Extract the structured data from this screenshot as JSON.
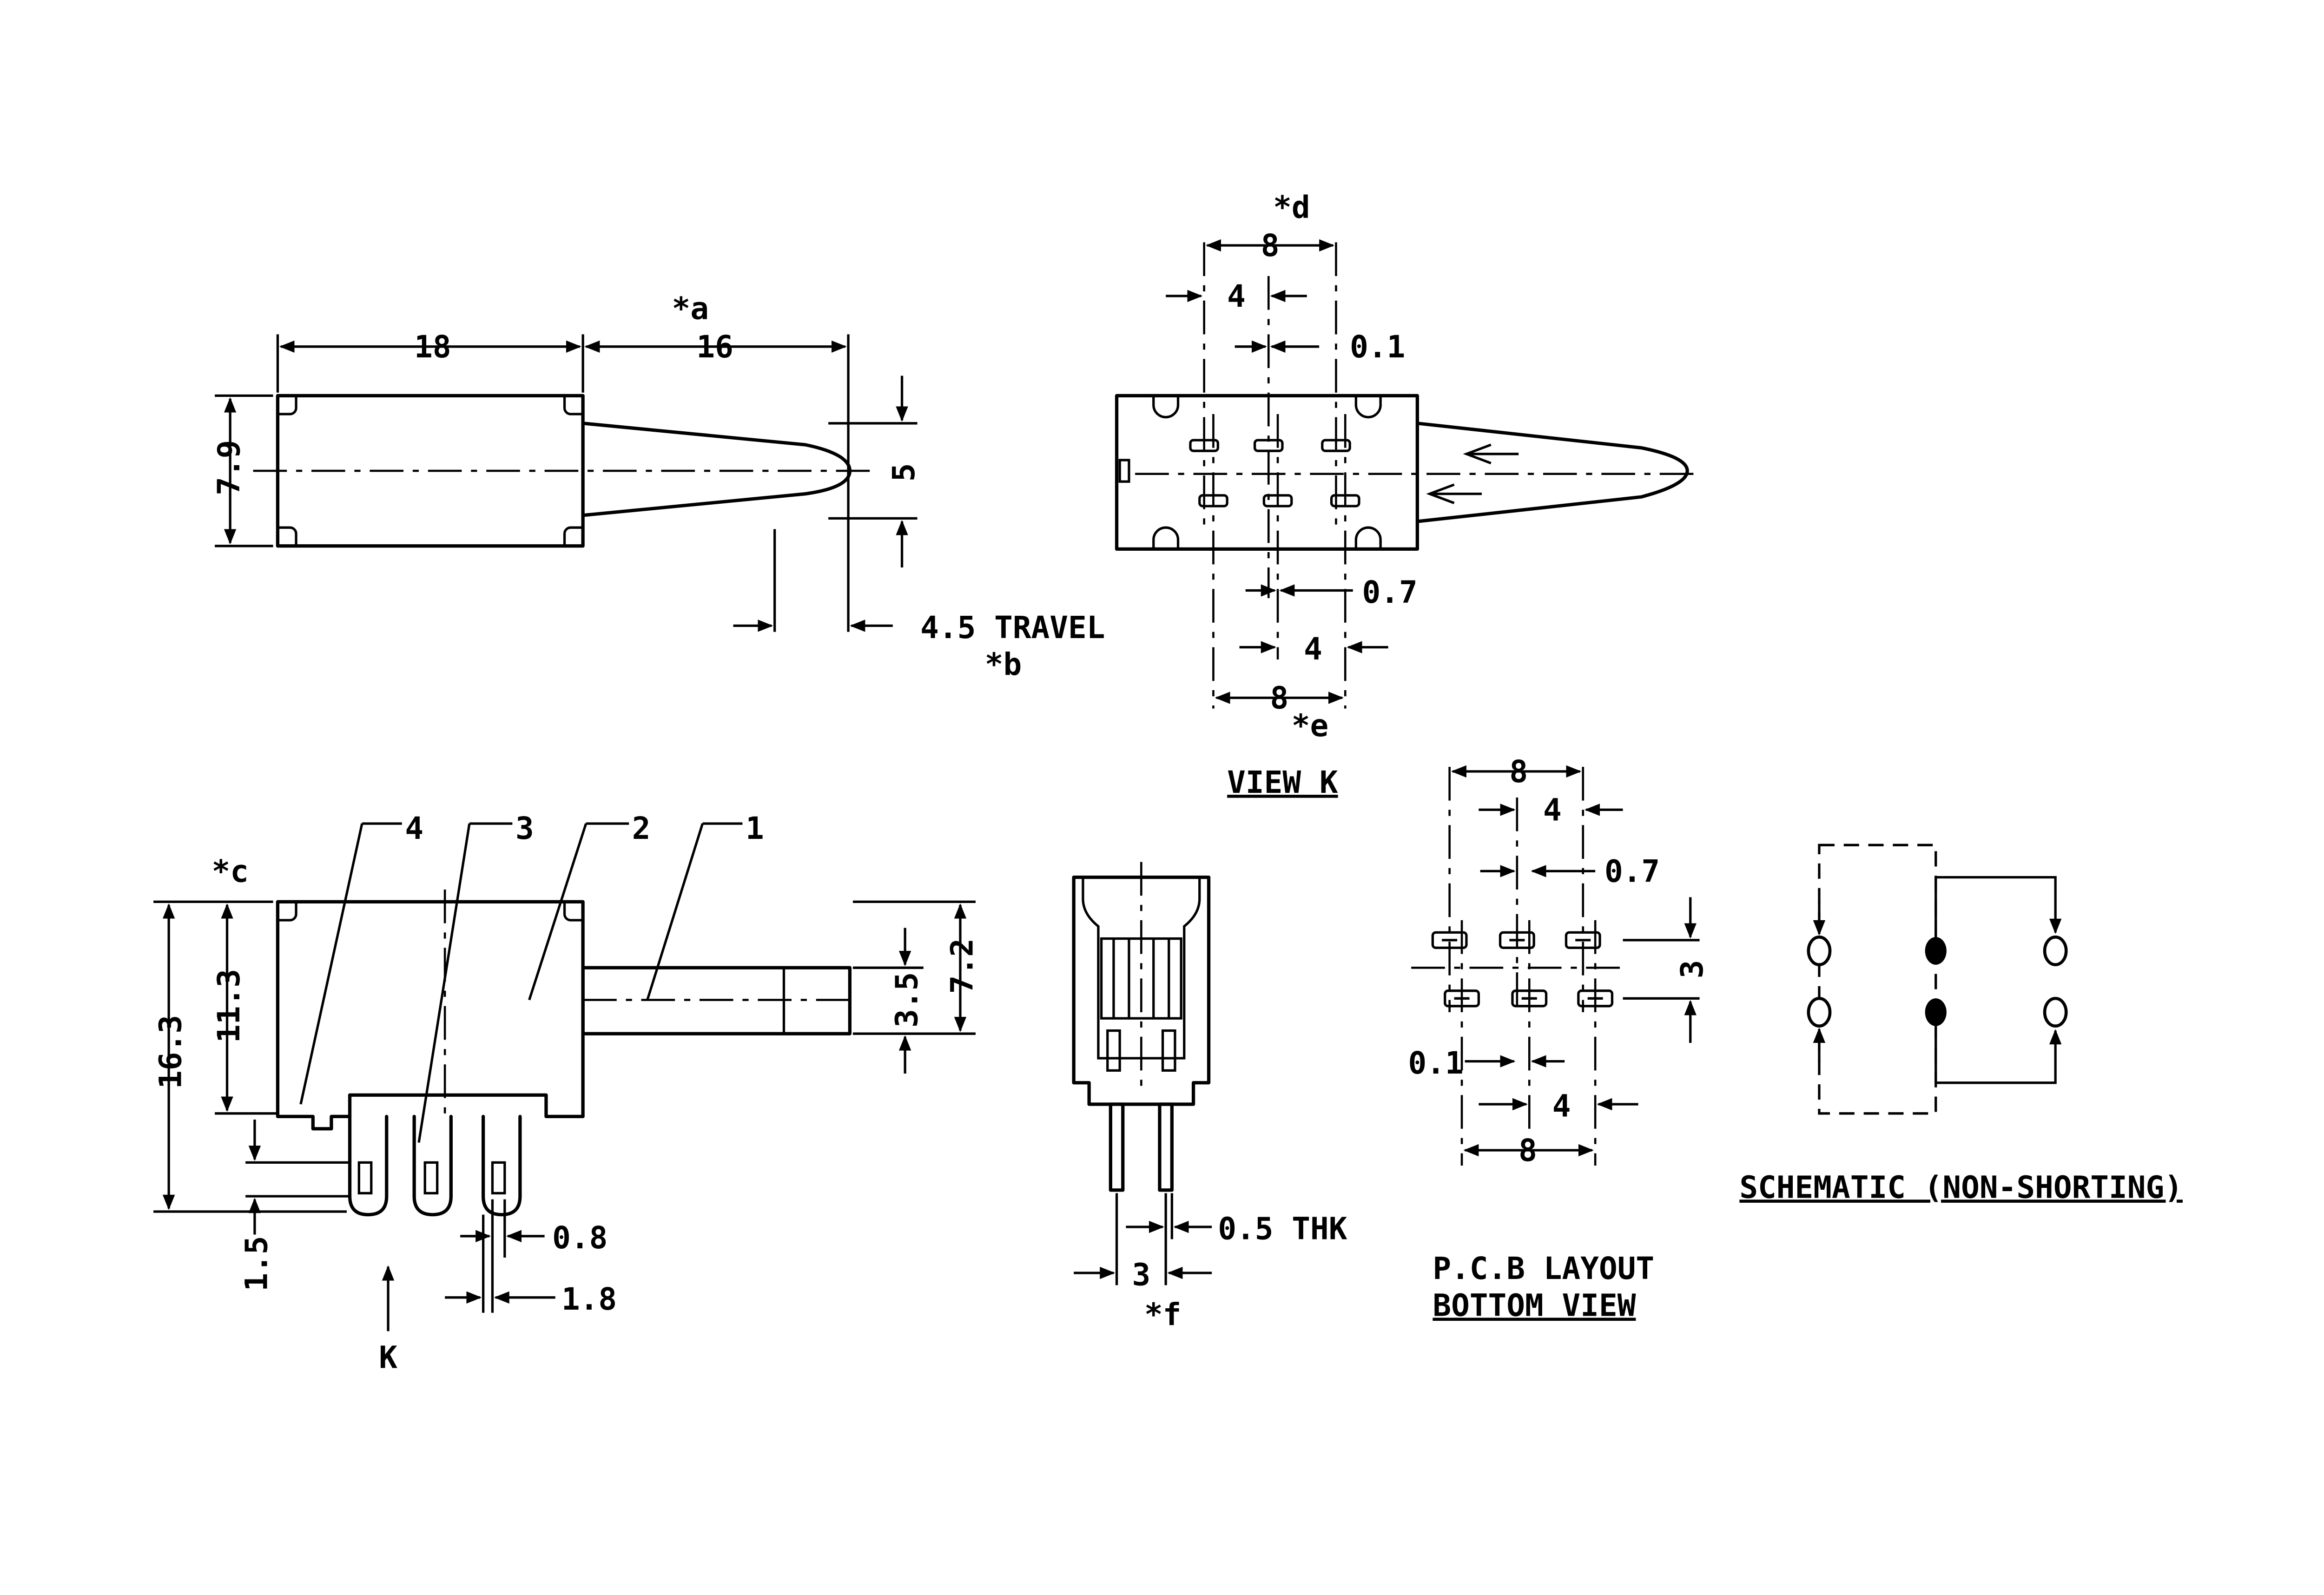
{
  "side_view": {
    "dim_body_length": "18",
    "dim_stem_length": "16",
    "dim_stem_note": "*a",
    "dim_height": "7.9",
    "dim_stem_height": "5",
    "dim_travel": "4.5  TRAVEL",
    "dim_travel_note": "*b"
  },
  "view_k": {
    "title": "VIEW  K",
    "dim_top_pitch": "8",
    "dim_top_pitch_note": "*d",
    "dim_top_half": "4",
    "dim_top_offset": "0.1",
    "dim_bottom_offset": "0.7",
    "dim_bottom_half": "4",
    "dim_bottom_pitch": "8",
    "dim_bottom_pitch_note": "*e"
  },
  "front_view": {
    "note": "*c",
    "part_labels": [
      "4",
      "3",
      "2",
      "1"
    ],
    "dim_total_height": "16.3",
    "dim_body_height": "11.3",
    "dim_stem_dia": "3.5",
    "dim_stem_height": "7.2",
    "dim_pin_length": "1.5",
    "dim_pin_width": "0.8",
    "dim_pin_pitch": "1.8",
    "view_arrow_label": "K"
  },
  "end_view": {
    "dim_thickness": "0.5  THK",
    "dim_spacing": "3",
    "note": "*f"
  },
  "pcb_layout": {
    "title_line1": "P.C.B  LAYOUT",
    "title_line2": "BOTTOM  VIEW",
    "dim_top_pitch": "8",
    "dim_top_half": "4",
    "dim_top_offset": "0.7",
    "dim_row_spacing": "3",
    "dim_bottom_offset": "0.1",
    "dim_bottom_half": "4",
    "dim_bottom_pitch": "8"
  },
  "schematic": {
    "title": "SCHEMATIC (NON-SHORTING)"
  }
}
